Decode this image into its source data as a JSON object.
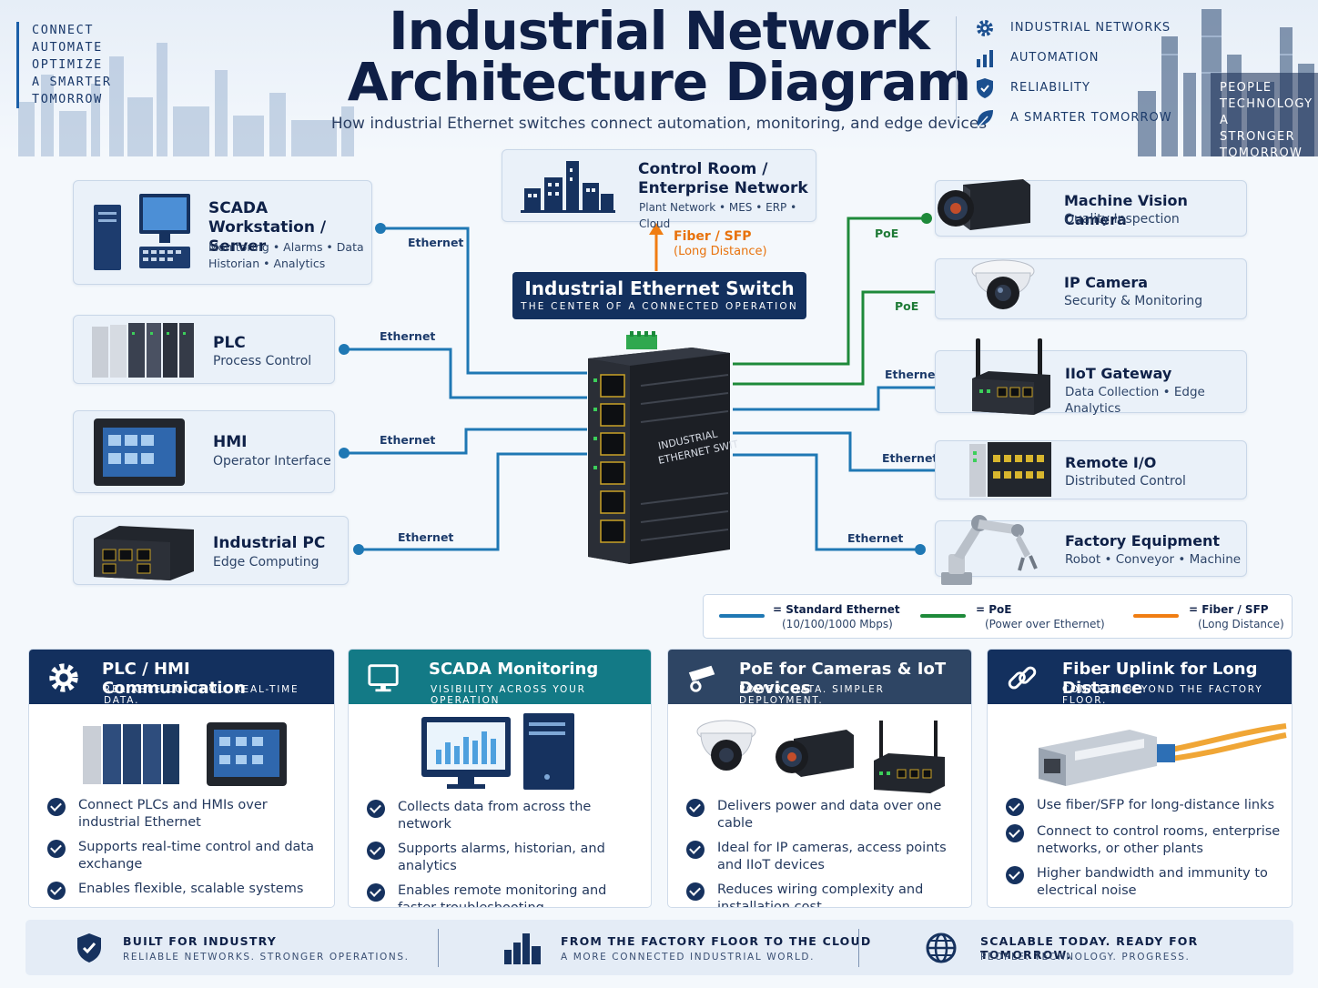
{
  "header": {
    "tagline_left": [
      "CONNECT",
      "AUTOMATE",
      "OPTIMIZE",
      "A SMARTER",
      "TOMORROW"
    ],
    "title_line1": "Industrial Network",
    "title_line2": "Architecture Diagram",
    "subtitle": "How industrial Ethernet switches connect automation, monitoring, and edge devices",
    "right_list": [
      {
        "icon": "gear-icon",
        "label": "INDUSTRIAL NETWORKS"
      },
      {
        "icon": "bar-chart-icon",
        "label": "AUTOMATION"
      },
      {
        "icon": "shield-icon",
        "label": "RELIABILITY"
      },
      {
        "icon": "leaf-icon",
        "label": "A SMARTER TOMORROW"
      }
    ],
    "tagline_right": [
      "PEOPLE",
      "TECHNOLOGY",
      "A STRONGER",
      "TOMORROW"
    ]
  },
  "control_room": {
    "title_line1": "Control Room /",
    "title_line2": "Enterprise Network",
    "sub": "Plant Network • MES • ERP • Cloud"
  },
  "fiber_link": {
    "label": "Fiber / SFP",
    "sub": "(Long Distance)"
  },
  "switch": {
    "title": "Industrial Ethernet Switch",
    "subtitle": "THE CENTER OF A CONNECTED OPERATION",
    "body_text_line1": "INDUSTRIAL",
    "body_text_line2": "ETHERNET SWITCH"
  },
  "left_devices": [
    {
      "title": "SCADA",
      "title2": "Workstation / Server",
      "sub": "Monitoring • Alarms • Data",
      "sub2": "Historian • Analytics",
      "link": "Ethernet"
    },
    {
      "title": "PLC",
      "sub": "Process Control",
      "link": "Ethernet"
    },
    {
      "title": "HMI",
      "sub": "Operator Interface",
      "link": "Ethernet"
    },
    {
      "title": "Industrial PC",
      "sub": "Edge Computing",
      "link": "Ethernet"
    }
  ],
  "right_devices": [
    {
      "title": "Machine Vision Camera",
      "sub": "Quality Inspection",
      "link": "PoE"
    },
    {
      "title": "IP Camera",
      "sub": "Security & Monitoring",
      "link": "PoE"
    },
    {
      "title": "IIoT Gateway",
      "sub": "Data Collection • Edge Analytics",
      "link": "Ethernet"
    },
    {
      "title": "Remote I/O",
      "sub": "Distributed Control",
      "link": "Ethernet"
    },
    {
      "title": "Factory Equipment",
      "sub": "Robot • Conveyor • Machine",
      "link": "Ethernet"
    }
  ],
  "legend": [
    {
      "title": "= Standard Ethernet",
      "sub": "(10/100/1000 Mbps)",
      "color": "#1f78b4"
    },
    {
      "title": "= PoE",
      "sub": "(Power over Ethernet)",
      "color": "#1e8a3a"
    },
    {
      "title": "= Fiber / SFP",
      "sub": "(Long Distance)",
      "color": "#f07d12"
    }
  ],
  "colors": {
    "ethernet": "#1f78b4",
    "poe": "#1e8a3a",
    "fiber": "#f07d12",
    "navy": "#13305e",
    "teal": "#137a86",
    "slate": "#2e4564"
  },
  "panels": [
    {
      "title": "PLC / HMI Communication",
      "sub": "RELIABLE CONTROL. REAL-TIME DATA.",
      "icon": "gear-icon",
      "bullets": [
        "Connect PLCs and HMIs over industrial Ethernet",
        "Supports real-time control and data exchange",
        "Enables flexible, scalable systems"
      ]
    },
    {
      "title": "SCADA Monitoring",
      "sub": "VISIBILITY ACROSS YOUR OPERATION",
      "icon": "monitor-icon",
      "bullets": [
        "Collects data from across the network",
        "Supports alarms, historian, and analytics",
        "Enables remote monitoring and faster troubleshooting"
      ]
    },
    {
      "title": "PoE for Cameras & IoT Devices",
      "sub": "POWER. DATA. SIMPLER DEPLOYMENT.",
      "icon": "camera-icon",
      "bullets": [
        "Delivers power and data over one cable",
        "Ideal for IP cameras, access points and IIoT devices",
        "Reduces wiring complexity and installation cost"
      ]
    },
    {
      "title": "Fiber Uplink for Long Distance",
      "sub": "CONNECT BEYOND THE FACTORY FLOOR.",
      "icon": "link-icon",
      "bullets": [
        "Use fiber/SFP for long-distance links",
        "Connect to control rooms, enterprise networks, or other plants",
        "Higher bandwidth and immunity to electrical noise"
      ]
    }
  ],
  "footer": [
    {
      "icon": "shield-icon",
      "title": "BUILT FOR INDUSTRY",
      "sub": "RELIABLE NETWORKS. STRONGER OPERATIONS."
    },
    {
      "icon": "city-icon",
      "title": "FROM THE FACTORY FLOOR TO THE CLOUD",
      "sub": "A MORE CONNECTED INDUSTRIAL WORLD."
    },
    {
      "icon": "globe-icon",
      "title": "SCALABLE TODAY. READY FOR TOMORROW.",
      "sub": "PEOPLE. TECHNOLOGY. PROGRESS."
    }
  ]
}
